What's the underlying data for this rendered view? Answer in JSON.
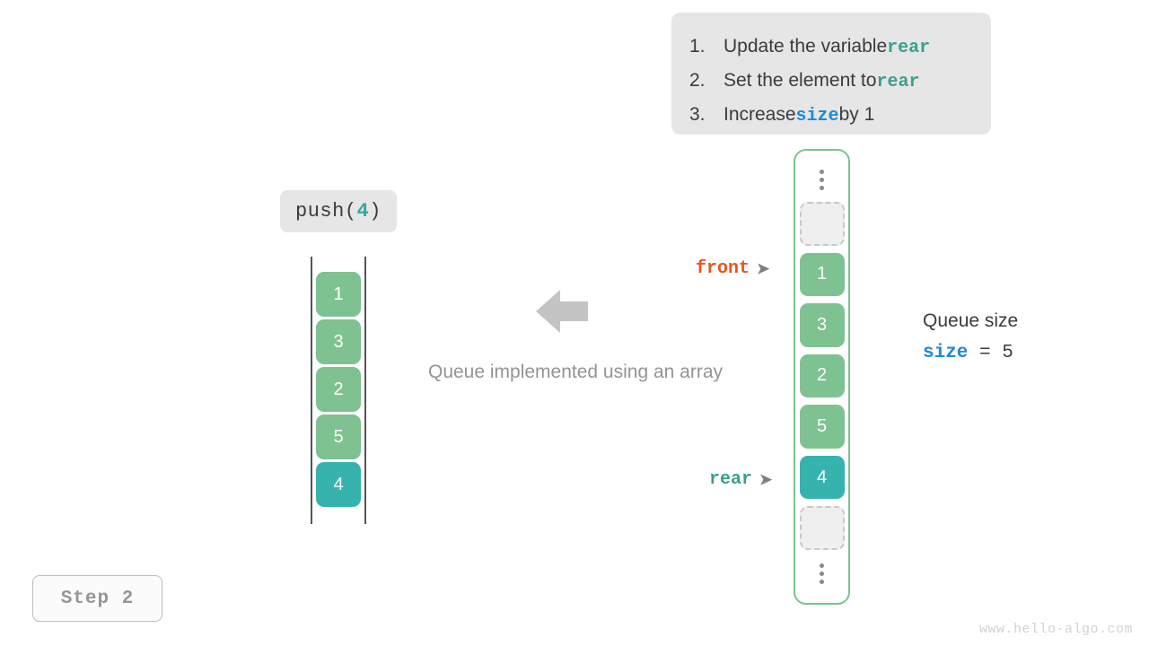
{
  "instructions": {
    "steps": [
      {
        "num": "1.",
        "pre": "Update the variable ",
        "code": "rear",
        "code_color": "teal",
        "post": ""
      },
      {
        "num": "2.",
        "pre": "Set the element to ",
        "code": "rear",
        "code_color": "teal",
        "post": ""
      },
      {
        "num": "3.",
        "pre": "Increase ",
        "code": "size",
        "code_color": "blue",
        "post": " by 1"
      }
    ]
  },
  "operation": {
    "label_prefix": "push(",
    "label_arg": "4",
    "label_suffix": ")"
  },
  "left_queue": {
    "cells": [
      {
        "value": "1",
        "style": "green"
      },
      {
        "value": "3",
        "style": "green"
      },
      {
        "value": "2",
        "style": "green"
      },
      {
        "value": "5",
        "style": "green"
      },
      {
        "value": "4",
        "style": "teal"
      }
    ]
  },
  "right_array": {
    "cells": [
      {
        "value": "",
        "style": "empty"
      },
      {
        "value": "1",
        "style": "green"
      },
      {
        "value": "3",
        "style": "green"
      },
      {
        "value": "2",
        "style": "green"
      },
      {
        "value": "5",
        "style": "green"
      },
      {
        "value": "4",
        "style": "teal"
      },
      {
        "value": "",
        "style": "empty"
      }
    ]
  },
  "pointers": {
    "front": {
      "label": "front",
      "arrow": "➤",
      "color": "#e8551e"
    },
    "rear": {
      "label": "rear",
      "arrow": "➤",
      "color": "#3c9e8e"
    }
  },
  "caption": "Queue implemented using an array",
  "size_info": {
    "title": "Queue size",
    "variable": "size",
    "equals": " = ",
    "value": "5"
  },
  "step_badge": "Step 2",
  "watermark": "www.hello-algo.com",
  "colors": {
    "green_cell": "#7ec291",
    "teal_cell": "#36b3ad",
    "empty_cell": "#efefef",
    "array_border": "#7ac48d",
    "box_bg": "#e6e6e6",
    "front_color": "#e8551e",
    "rear_color": "#3c9e8e",
    "size_color": "#1e8ad6",
    "arrow_gray": "#c4c4c4"
  }
}
